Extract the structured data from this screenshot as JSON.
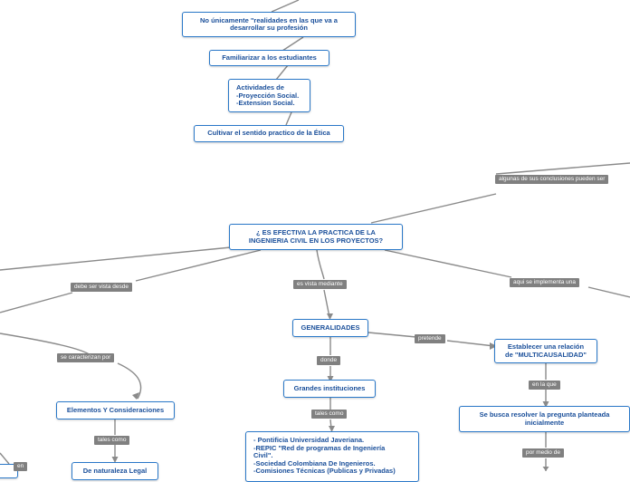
{
  "nodes": {
    "realidades": "No únicamente \"realidades en las que va a\ndesarrollar su profesión",
    "familiarizar": "Familiarizar a los estudiantes",
    "actividades": "Actividades de\n-Proyección Social.\n-Extension Social.",
    "etica": "Cultivar el sentido practico de la Ética",
    "central": "¿ ES EFECTIVA LA PRACTICA DE LA\nINGENIERIA CIVIL EN LOS PROYECTOS?",
    "generalidades": "GENERALIDADES",
    "relacion": "Establecer una relación\nde \"MULTICAUSALIDAD\"",
    "grandes": "Grandes instituciones",
    "elementos": "Elementos Y Consideraciones",
    "pregunta": "Se busca resolver la pregunta planteada\ninicialmente",
    "instituciones": "- Pontificia Universidad Javeriana.\n-REPIC \"Red de programas de Ingeniería\nCivil\".\n-Sociedad Colombiana De Ingenieros.\n-Comisiones Técnicas (Publicas y Privadas)",
    "legal": "De naturaleza Legal"
  },
  "labels": {
    "conclusiones": "algunas de sus conclusiones pueden ser",
    "vista_desde": "debe ser vista desde",
    "vista_mediante": "es vista mediante",
    "implementa": "aqui se implementa una",
    "pretende": "pretende",
    "caracterizan": "se caracterizan por",
    "donde": "donde",
    "en_la_que": "en la que",
    "tales_como_1": "tales como",
    "tales_como_2": "tales como",
    "por_medio": "por medio de",
    "en": "en"
  },
  "colors": {
    "node_border": "#2a78c8",
    "node_text": "#1a4f9a",
    "label_bg": "#808080",
    "connector": "#8a8a8a"
  }
}
